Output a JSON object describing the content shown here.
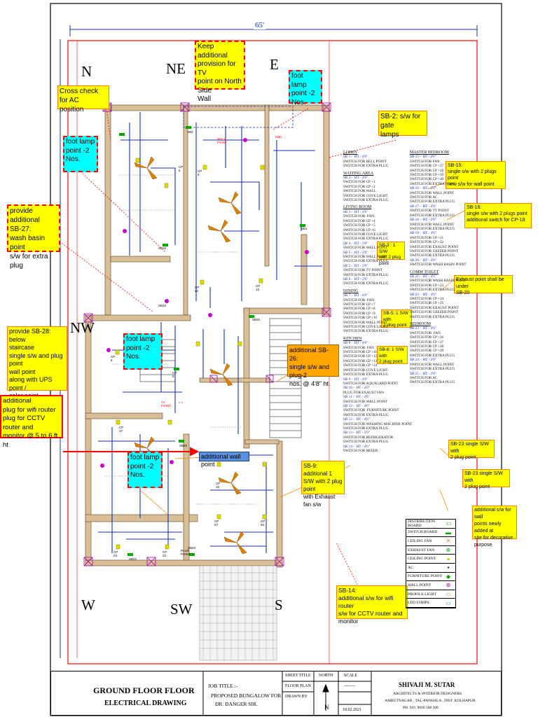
{
  "compass": {
    "n": "N",
    "ne": "NE",
    "e": "E",
    "nw": "NW",
    "w": "W",
    "sw": "SW",
    "s": "S"
  },
  "top_dimension": "65'",
  "notes": {
    "tv_point": "Keep additional\nprovision for TV\npoint on North Side\nWall",
    "ac_check": "Cross check for AC\nposition",
    "foot_lamp_ne": "foot lamp\npoint -2\nNos.",
    "foot_lamp_n": "foot lamp\npoint -2\nNos.",
    "foot_lamp_nw": "foot lamp\npoint -2\nNos.",
    "foot_lamp_sw": "foot lamp\npoint -2\nNos.",
    "sb27": "provide additional\nSB-27:\nwash basin point\ns/w for extra plug",
    "sb28": "provide SB-28: below\nstaircase\nsingle s/w and plug  point\nwall point\nalong with UPS point /\nsolar point provision",
    "wifi": "additional\nplug for wifi router\nplug for CCTV router and\nmonitor @ 5 to 6 ft ht",
    "wall_point": "additional wall point",
    "sb2": "SB-2: s/w for gate\nlamps",
    "sb26": "additional SB-26:\nsingle s/w and plug-2\nnos. @ 4'8\" ht",
    "sb9": "SB-9: additional 1\nS/W with 2 plug\npoint\nwith Exhaust fan s/w",
    "sb14": "SB-14:\nadditional s/w for wifi router\ns/w for CCTV router and monitor",
    "sb3": "SB-3 : 1 S/W\nwith 2 plug point",
    "sb5": "SB-5: 1 S/W with\n2 plug point",
    "sb6": "SB-6: 1 S/W with\n2 plug point",
    "sb15": "SB-15:\nsingle s/w with 2 plugs point\nnew s/w for wall point",
    "sb16": "SB-16:\nsingle s/w with 2 plugs point\nadditional switch for CP-18",
    "exhaust": "Exhaust point shall be under\nSB-20",
    "sb23a": "SB-23 single S/W with\n2 plug point",
    "sb23b": "SB-23 single S/W with\n2 plug point",
    "decorative": "additional s/w for wall\npoints newly added at\nsite for decorative\npurpose"
  },
  "schedule_left": [
    {
      "h": "LOBBY",
      "lines": [
        "SB 1 -  HT - 4'6\"",
        "SWITCH FOR BELL POINT",
        "SWITCH FOR EXTRA PLUG"
      ]
    },
    {
      "h": "WAITING AREA",
      "lines": [
        "SB 2 -  HT - 4'6\"",
        "SWITCH FOR CP +1",
        "SWITCH FOR CP +2",
        "SWITCH FOR WALL",
        "SWITCH FOR COVE LIGHT",
        "SWITCH FOR EXTRA PLUG"
      ]
    },
    {
      "h": "LIVING ROOM",
      "lines": [
        "SB 3 -  HT - 4'6\"",
        "SWITCH FOR  FAN",
        "SWITCH FOR CP +4",
        "SWITCH FOR CP +5",
        "SWITCH FOR CP +6",
        "SWITCH FOR COVE LIGHT",
        "SWITCH FOR EXTRA PLUG",
        "SB 4 -  HT - 2'0\"",
        "SWITCH FOR WALL POINT",
        "SB 5 -  HT - 2'0\"",
        "SWITCH FOR WALL POINT",
        "SWITCH FOR EXTRA PLUG",
        "SB 5 -  HT - 2'0\"",
        "SWITCH FOR TV POINT",
        "SWITCH FOR EXTRA PLUG",
        "SB 6 -  HT - 2'6\"",
        "SWITCH FOR EXTRA PLUG"
      ]
    },
    {
      "h": "DINING",
      "lines": [
        "SB 7 -  HT - 4'6\"",
        "SWITCH FOR  FAN",
        "SWITCH FOR CP +7",
        "SWITCH FOR CP +8",
        "SWITCH FOR CP +9",
        "SWITCH FOR CP +10",
        "SWITCH FOR WALL POINT",
        "SWITCH FOR COVE LIGHT",
        "SWITCH FOR EXTRA PLUG"
      ]
    },
    {
      "h": "KITCHEN",
      "lines": [
        "SB 8 -  HT - 4'6\"",
        "SWITCH FOR  FAN",
        "SWITCH FOR CP +11",
        "SWITCH FOR CP +12",
        "SWITCH FOR CP +13",
        "SWITCH FOR CP +14",
        "SWITCH FOR COVE LIGHT",
        "SWITCH FOR EXTRA PLUG",
        "SB 9 -  HT - 4'6\"",
        "SWITCH FOR AQUAGARD POINT",
        "SB 10 -  HT - 2'0\"",
        "PLUG FOR EXAUST FAN",
        "SB 11 -  HT - 4'6\"",
        "SWITCH FOR WALL POINT",
        "SB 12 -  HT - 4'6\"",
        "SWITCH FOR  FURNITURE POINT",
        "SWITCH FOR EXTRA PLUG",
        "SB 13 -  HT - 4'6\"",
        "SWITCH FOR WASHING MACHINE POINT",
        "SWITCH FOR EXTRA PLUG",
        "SB 13 -  HT - 3'0\"",
        "SWITCH FOR REFRIGERATOR",
        "SWITCH FOR EXTRA PLUG",
        "SB 14 -  HT - 4'6\"",
        "SWITCH FOR MIXER"
      ]
    }
  ],
  "schedule_right": [
    {
      "h": "MASTER BEDROOM",
      "lines": [
        "SB 15 -  HT - 4'6\"",
        "SWITCH FOR FAN",
        "SWITCH FOR CP +17",
        "SWITCH FOR CP +18",
        "SWITCH FOR CP +19",
        "SWITCH FOR CP +20",
        "SWITCH FOR EXTRA PLUG",
        "SB 16 -  HT - 2'0\"",
        "SWITCH FOR WALL POINT",
        "SWITCH FOR AC",
        "SWITCH FOR EXTRA PLUG",
        "SB 17 -  HT - 2'0\"",
        "SWITCH FOR TV POINT",
        "SWITCH FOR EXTRA PLUG",
        "SB 18 -  HT - 2'0\"",
        "SWITCH FOR WALL POINT",
        "SWITCH FOR EXTRA PLUG",
        "SB 19 -  HT - 4'6\"",
        "SWITCH FOR CP +21",
        "SWITCH FOR CP +22",
        "SWITCH FOR EXAUST POINT",
        "SWITCH FOR GEEZER POINT",
        "SWITCH FOR EXTRA PLUG",
        "SB 20 -  HT - 4'6\"",
        "SWITCH FOR WASH BASIN POINT"
      ]
    },
    {
      "h": "COMM TOILET",
      "lines": [
        "SB 21 -  HT - 4'6\"",
        "SWITCH FOR WASH BASIN POINT",
        "SWITCH FOR CP +23",
        "SWITCH FOR EXTRA PLUG",
        "SB 22 -  HT - 4'6\"",
        "SWITCH FOR CP +24",
        "SWITCH FOR CP +25",
        "SWITCH FOR EXAUST POINT",
        "SWITCH FOR GEEZER POINT",
        "SWITCH FOR EXTRA PLUG"
      ]
    },
    {
      "h": "BEDROOM",
      "lines": [
        "SB 23 -  HT - 4'6\"",
        "SWITCH FOR  FAN",
        "SWITCH FOR CP +26",
        "SWITCH FOR CP +27",
        "SWITCH FOR CP +28",
        "SWITCH FOR CP +29",
        "SWITCH FOR EXTRA PLUG",
        "SB 24 -  HT - 2'0\"",
        "SWITCH FOR WALL POINT",
        "SWITCH FOR EXTRA PLUG",
        "SB 25 -  HT - 2'0\"",
        "SWITCH FOR AC",
        "SWITCH FOR EXTRA PLUG"
      ]
    }
  ],
  "legend": [
    {
      "label": "DISTRIBUTION BOARD",
      "sym": "▭",
      "color": "#00aa00"
    },
    {
      "label": "SWITCH BOARD",
      "sym": "▬",
      "color": "#00aa00"
    },
    {
      "label": "CEILING FAN",
      "sym": "✕",
      "color": "#e08000"
    },
    {
      "label": "EXHAUST FAN",
      "sym": "⊗",
      "color": "#00aa00"
    },
    {
      "label": "CEILING POINT",
      "sym": "●",
      "color": "#cccc00"
    },
    {
      "label": "AC",
      "sym": "▪",
      "color": "#000080"
    },
    {
      "label": "FURNITURE POINT",
      "sym": "◆",
      "color": "#00aa00"
    },
    {
      "label": "WALL POINT",
      "sym": "⊕",
      "color": "#cc00cc"
    },
    {
      "label": "PROFILE LIGHT",
      "sym": "▭",
      "color": "#e08000"
    },
    {
      "label": "LED STRIPS",
      "sym": "▭",
      "color": "#00aaaa"
    }
  ],
  "title_block": {
    "title1": "GROUND FLOOR FLOOR",
    "title2": "ELECTRICAL DRAWING",
    "job_label": "JOB TITLE :-",
    "job1": "PROPOSED BUNGALOW FOR",
    "job2": "DR. DANGER  SIR.",
    "sheet_title": "SHEET TITLE",
    "north": "NORTH",
    "scale": "SCALE",
    "floor_plan": "FLOOR PLAN",
    "drawn_by": "DRAWN BY",
    "dashes": "--------",
    "date": "18.02.2021",
    "n_letter": "N",
    "firm": "SHIVAJI M. SUTAR",
    "firm2": "ARCHITECTS & INTERIOR DESIGNERS",
    "firm3": "AMBUTNAGAR , TAL-PANHALA , DIST. KOLHAPUR",
    "firm4": "PH. NO. 9049 508 508"
  },
  "plan_labels": {
    "cp5": "CP 5",
    "cp6": "CP 6",
    "cp12": "CP 12",
    "cp13": "CP 13",
    "cp17": "CP 17",
    "cp16": "CP 16",
    "cp23": "CP 23",
    "cp22": "CP 22",
    "cp27": "CP 27",
    "cp26": "CP 26",
    "cp8": "CP 8",
    "cp9": "CP 9",
    "sb1": "SB1",
    "sb2": "SB2",
    "sb15": "SB15",
    "sb16": "SB16",
    "sb20": "SB20",
    "sb22": "SB22",
    "sb23": "SB23",
    "sb25": "SB25",
    "tv": "TV POINT",
    "plug": "PLUG POINT",
    "wall": "WALL POINT",
    "dbd": "DBD"
  }
}
